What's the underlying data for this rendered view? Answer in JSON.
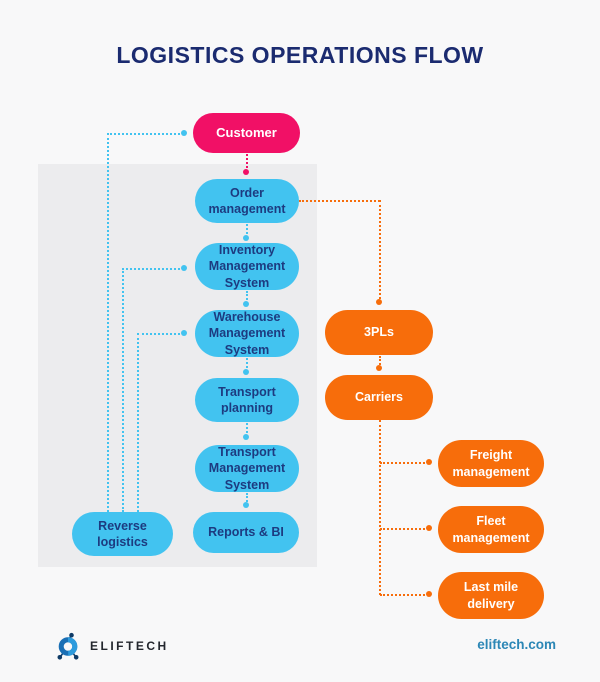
{
  "title": "LOGISTICS OPERATIONS FLOW",
  "colors": {
    "background": "#F8F8F9",
    "panel": "#ECECEE",
    "pink": "#F11066",
    "blue": "#42C3F0",
    "orange": "#F76D0B",
    "title_navy": "#1B2B70",
    "blue_node_text": "#1D3B80",
    "website_link": "#2C87B6"
  },
  "nodes": {
    "customer": "Customer",
    "order": "Order management",
    "inventory": "Inventory Management System",
    "warehouse": "Warehouse Management System",
    "transport_planning": "Transport planning",
    "tms": "Transport Management System",
    "reports": "Reports & BI",
    "reverse": "Reverse logistics",
    "threepls": "3PLs",
    "carriers": "Carriers",
    "freight": "Freight management",
    "fleet": "Fleet management",
    "last_mile": "Last mile delivery"
  },
  "edges": [
    {
      "from": "Customer",
      "to": "Order management",
      "color": "pink"
    },
    {
      "from": "Order management",
      "to": "Inventory Management System",
      "color": "blue"
    },
    {
      "from": "Inventory Management System",
      "to": "Warehouse Management System",
      "color": "blue"
    },
    {
      "from": "Warehouse Management System",
      "to": "Transport planning",
      "color": "blue"
    },
    {
      "from": "Transport planning",
      "to": "Transport Management System",
      "color": "blue"
    },
    {
      "from": "Transport Management System",
      "to": "Reports & BI",
      "color": "blue"
    },
    {
      "from": "Order management",
      "to": "3PLs",
      "color": "orange"
    },
    {
      "from": "3PLs",
      "to": "Carriers",
      "color": "orange"
    },
    {
      "from": "Carriers",
      "to": "Freight management",
      "color": "orange"
    },
    {
      "from": "Carriers",
      "to": "Fleet management",
      "color": "orange"
    },
    {
      "from": "Carriers",
      "to": "Last mile delivery",
      "color": "orange"
    },
    {
      "from": "Reverse logistics",
      "to": "Customer",
      "color": "blue"
    },
    {
      "from": "Reverse logistics",
      "to": "Inventory Management System",
      "color": "blue"
    },
    {
      "from": "Reverse logistics",
      "to": "Warehouse Management System",
      "color": "blue"
    }
  ],
  "footer": {
    "brand": "ELIFTECH",
    "website": "eliftech.com"
  }
}
